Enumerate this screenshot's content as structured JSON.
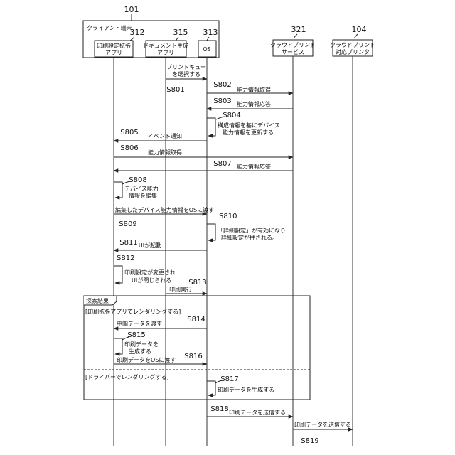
{
  "refs": {
    "client": "101",
    "app_print_ext": "312",
    "app_doc": "315",
    "os": "313",
    "cloud_service": "321",
    "cloud_printer": "104"
  },
  "client_title": "クライアント端末",
  "participants": {
    "app_print_ext": [
      "印刷設定拡張",
      "アプリ"
    ],
    "app_doc": [
      "ドキュメント生成",
      "アプリ"
    ],
    "os": [
      "OS"
    ],
    "cloud_service": [
      "クラウドプリント",
      "サービス"
    ],
    "cloud_printer": [
      "クラウドプリント",
      "対応プリンタ"
    ]
  },
  "steps": {
    "s801": "S801",
    "s802": "S802",
    "s803": "S803",
    "s804": "S804",
    "s805": "S805",
    "s806": "S806",
    "s807": "S807",
    "s808": "S808",
    "s809": "S809",
    "s810": "S810",
    "s811": "S811",
    "s812": "S812",
    "s813": "S813",
    "s814": "S814",
    "s815": "S815",
    "s816": "S816",
    "s817": "S817",
    "s818": "S818",
    "s819": "S819"
  },
  "messages": {
    "m801": [
      "プリントキュー",
      "を選択する"
    ],
    "m802": "能力情報取得",
    "m803": "能力情報応答",
    "m804": [
      "構成情報を基にデバイス",
      "能力情報を更新する"
    ],
    "m805": "イベント通知",
    "m806": "能力情報取得",
    "m807": "能力情報応答",
    "m808": [
      "デバイス能力",
      "情報を編集"
    ],
    "m809": "編集したデバイス能力情報をOSに渡す",
    "m810": [
      "「詳細設定」が有効になり",
      "詳細設定が押される。"
    ],
    "m811": "UIが起動",
    "m812": [
      "印刷設定が変更され",
      "UIが閉じられる"
    ],
    "m813": "印刷実行",
    "m814": "中間データを渡す",
    "m815": [
      "印刷データを",
      "生成する"
    ],
    "m816": "印刷データをOSに渡す",
    "m817": "印刷データを生成する",
    "m818": "印刷データを送信する",
    "m819": "印刷データを送信する"
  },
  "fragment": {
    "tag": "探索結果",
    "guard1": "[印刷拡張アプリでレンダリングする]",
    "guard2": "[ドライバーでレンダリングする]"
  }
}
